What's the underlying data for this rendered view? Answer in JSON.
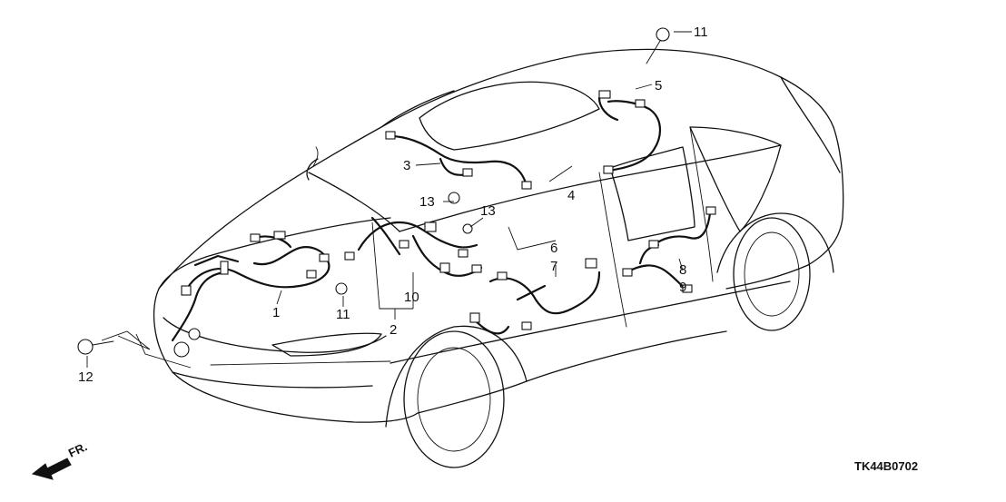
{
  "diagram": {
    "code": "TK44B0702",
    "direction_label": "FR.",
    "callouts": [
      {
        "id": "c1",
        "label": "1"
      },
      {
        "id": "c2",
        "label": "2"
      },
      {
        "id": "c3",
        "label": "3"
      },
      {
        "id": "c4",
        "label": "4"
      },
      {
        "id": "c5",
        "label": "5"
      },
      {
        "id": "c6",
        "label": "6"
      },
      {
        "id": "c7",
        "label": "7"
      },
      {
        "id": "c8",
        "label": "8"
      },
      {
        "id": "c9",
        "label": "9"
      },
      {
        "id": "c10",
        "label": "10"
      },
      {
        "id": "c11a",
        "label": "11"
      },
      {
        "id": "c11b",
        "label": "11"
      },
      {
        "id": "c12",
        "label": "12"
      },
      {
        "id": "c13a",
        "label": "13"
      },
      {
        "id": "c13b",
        "label": "13"
      }
    ]
  }
}
